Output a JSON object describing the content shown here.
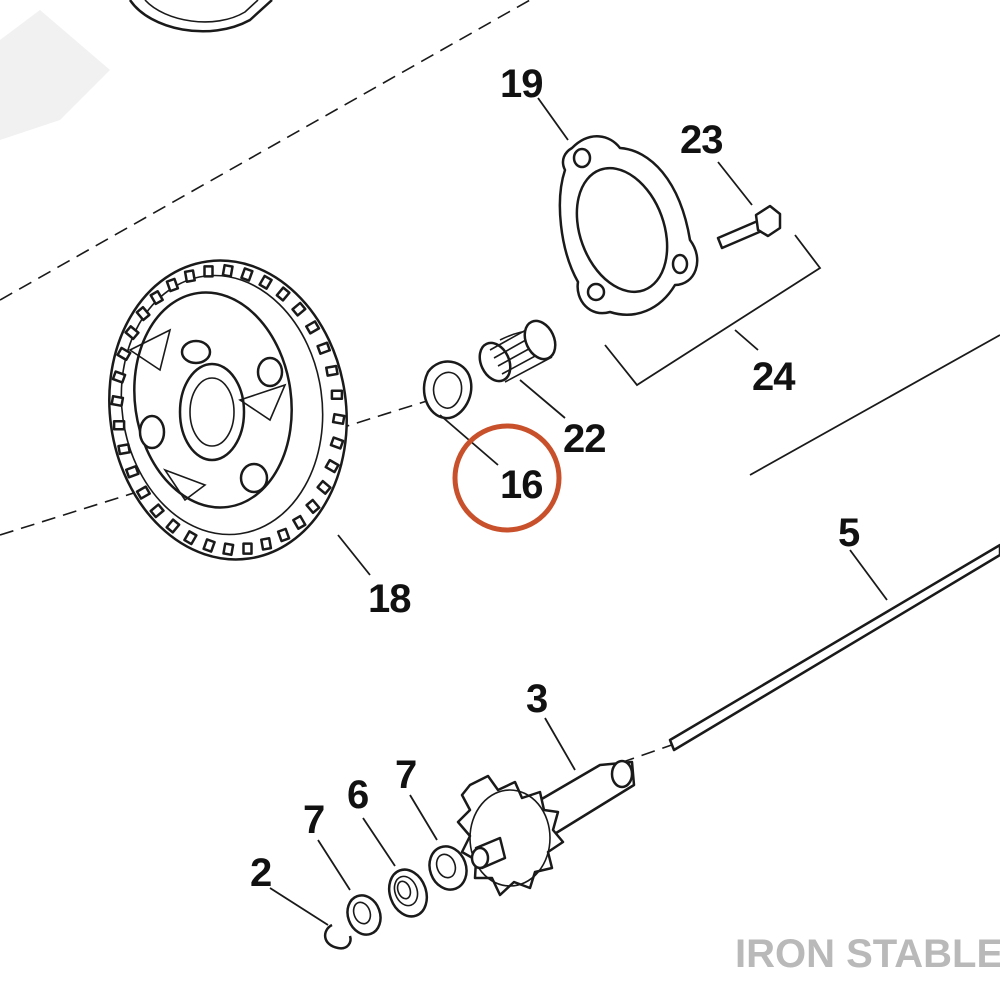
{
  "callouts": {
    "c19": "19",
    "c23": "23",
    "c24": "24",
    "c22": "22",
    "c16": "16",
    "c18": "18",
    "c5": "5",
    "c3": "3",
    "c7a": "7",
    "c6": "6",
    "c7b": "7",
    "c2": "2"
  },
  "highlight": {
    "target": "16",
    "color": "#c8502a"
  },
  "watermark": "IRON STABLE"
}
